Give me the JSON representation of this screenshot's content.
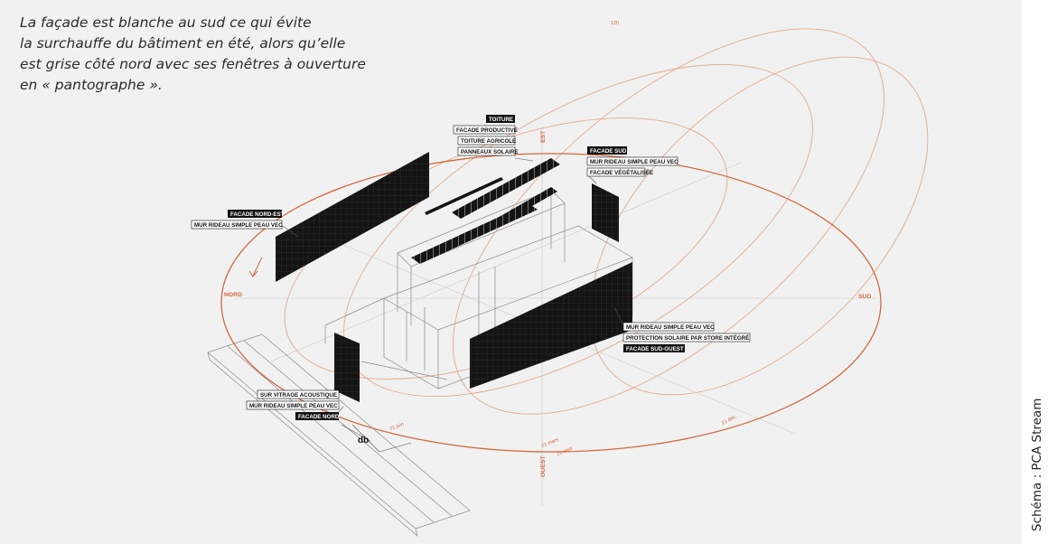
{
  "caption": {
    "line1": "La façade est blanche au sud ce qui évite",
    "line2": "la surchauffe du bâtiment en été, alors qu’elle",
    "line3": "est grise côté nord avec ses fenêtres à ouverture",
    "line4": "en « pantographe »."
  },
  "credit": "Schéma : PCA Stream",
  "orientation": {
    "nord": "NORD",
    "sud": "SUD",
    "est": "EST",
    "ouest": "OUEST",
    "noon": "12h"
  },
  "sun_dates": {
    "juin": "21 juin",
    "mars": "21 mars",
    "sept": "21 sept",
    "dec": "21 déc."
  },
  "db_label": "db",
  "labels": {
    "toiture": "TOITURE",
    "facade_productive": "FACADE PRODUCTIVE",
    "toiture_agricole": "TOITURE AGRICOLE",
    "panneaux_solaire": "PANNEAUX SOLAIRE",
    "facade_sud": "FACADE SUD",
    "mur_rideau_sud": "MUR RIDEAU SIMPLE PEAU VEC",
    "facade_vegetalisee": "FACADE VÉGÉTALISÉE",
    "facade_nord_est": "FACADE NORD-EST",
    "mur_rideau_nord_est": "MUR RIDEAU SIMPLE PEAU VEC",
    "mur_rideau_sud_ouest": "MUR RIDEAU SIMPLE PEAU VEC",
    "protection_solaire": "PROTECTION SOLAIRE PAR STORE INTÉGRÉ",
    "facade_sud_ouest": "FACADE SUD-OUEST",
    "sur_vitrage": "SUR VITRAGE ACOUSTIQUE",
    "mur_rideau_nord": "MUR RIDEAU SIMPLE PEAU VEC",
    "facade_nord": "FACADE NORD"
  },
  "colors": {
    "background": "#f1f1f1",
    "orange": "#d4693c",
    "orange_light": "#e6a98c",
    "panel": "#151515",
    "line": "#8a8a8a"
  }
}
